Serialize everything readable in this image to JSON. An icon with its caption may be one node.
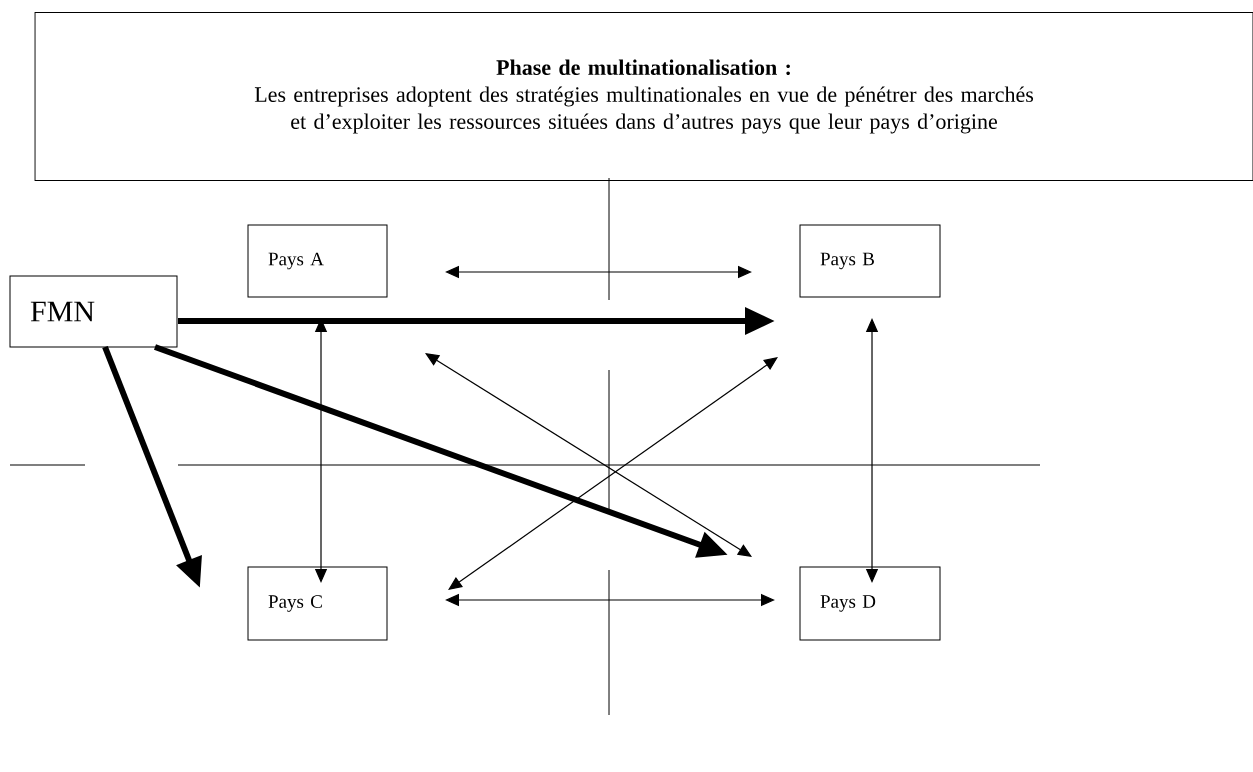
{
  "diagram": {
    "nodes": [
      {
        "text": [
          "Phase de multinationalisation :",
          "Les entreprises adoptent des stratégies multinationales en vue de pénétrer des marchés et d’exploiter les ressources situées dans d’autres pays que leur pays d’origine"
        ]
      },
      {
        "text": [
          "Pays A"
        ]
      },
      {
        "text": [
          "Pays B"
        ]
      },
      {
        "text": [
          "FMN"
        ]
      },
      {
        "text": [
          "Pays C"
        ]
      },
      {
        "text": [
          "Pays D"
        ]
      }
    ],
    "edges": [
      {
        "from": 3,
        "to": 2,
        "arrow": "to",
        "style": "thick"
      },
      {
        "from": 3,
        "to": 5,
        "arrow": "to",
        "style": "thick"
      },
      {
        "from": 3,
        "to": 4,
        "arrow": "to",
        "style": "thick"
      },
      {
        "from": 1,
        "to": 2,
        "arrow": "both"
      },
      {
        "from": 1,
        "to": 4,
        "arrow": "both"
      },
      {
        "from": 2,
        "to": 5,
        "arrow": "both"
      },
      {
        "from": 4,
        "to": 5,
        "arrow": "both"
      },
      {
        "from": 1,
        "to": 5,
        "arrow": "both"
      },
      {
        "from": 2,
        "to": 4,
        "arrow": "both"
      }
    ]
  }
}
